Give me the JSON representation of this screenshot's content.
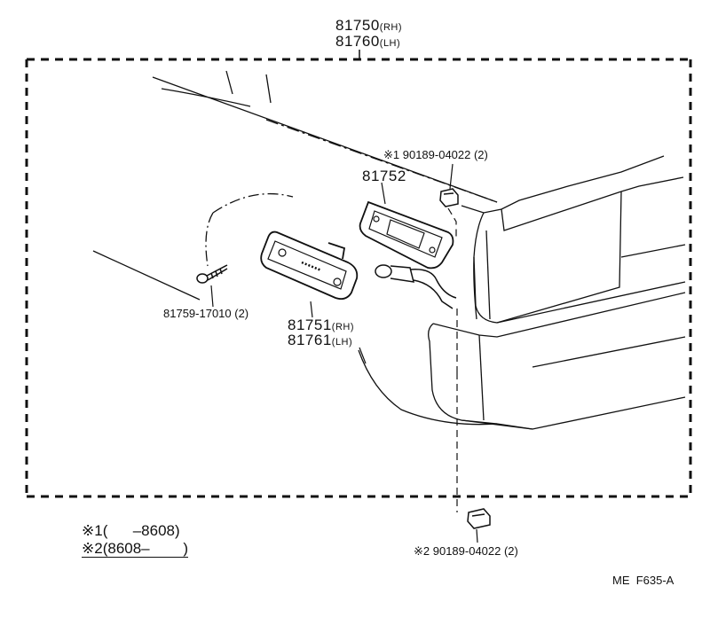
{
  "assembly": {
    "part_rh": "81750",
    "tag_rh": "(RH)",
    "part_lh": "81760",
    "tag_lh": "(LH)"
  },
  "screw_callout": "81759-17010 (2)",
  "clip_callout_1": "※1 90189-04022 (2)",
  "gasket_part": "81752",
  "lamp": {
    "part_rh": "81751",
    "tag_rh": "(RH)",
    "part_lh": "81761",
    "tag_lh": "(LH)"
  },
  "clip_callout_2": "※2 90189-04022 (2)",
  "legend": [
    {
      "mark": "※1",
      "range": "(      –8608)"
    },
    {
      "mark": "※2",
      "range": "(8608–        )"
    }
  ],
  "ref_code": "ME  F635-A"
}
